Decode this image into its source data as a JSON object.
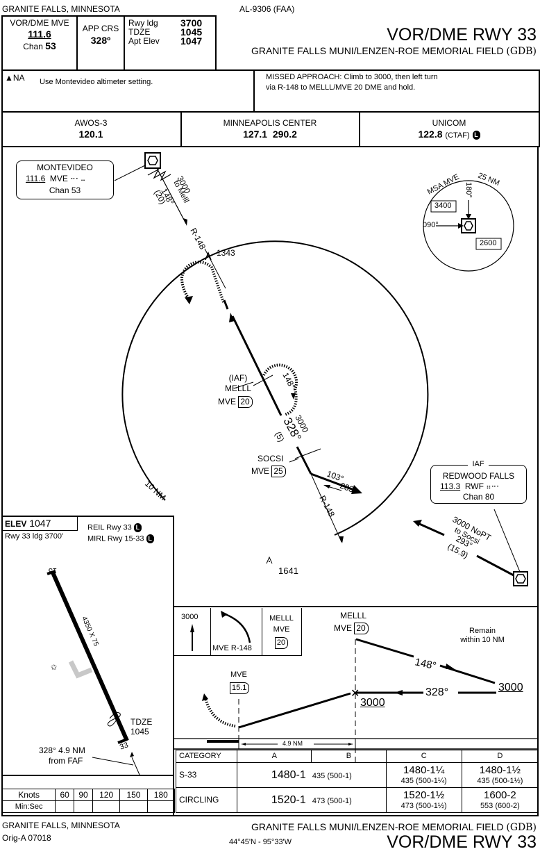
{
  "header": {
    "location": "GRANITE FALLS, MINNESOTA",
    "chart_id": "AL-9306 (FAA)",
    "procedure": "VOR/DME RWY 33",
    "airport": "GRANITE FALLS MUNI/LENZEN-ROE MEMORIAL FIELD",
    "airport_id": "(GDB)",
    "nav_label": "VOR/DME  MVE",
    "nav_freq": "111.6",
    "nav_chan_label": "Chan",
    "nav_chan": "53",
    "app_crs_label": "APP CRS",
    "app_crs": "328º",
    "rwy_ldg_label": "Rwy ldg",
    "rwy_ldg": "3700",
    "tdze_label": "TDZE",
    "tdze": "1045",
    "apt_elev_label": "Apt Elev",
    "apt_elev": "1047"
  },
  "notes": {
    "alt_na": "NA",
    "altimeter": "Use Montevideo altimeter setting.",
    "missed_line1": "MISSED APPROACH: Climb to 3000, then left turn",
    "missed_line2": "via R-148 to MELLL/MVE 20 DME and hold."
  },
  "comms": [
    {
      "name": "AWOS-3",
      "freq": "120.1"
    },
    {
      "name": "MINNEAPOLIS CENTER",
      "freq": "127.1  290.2"
    },
    {
      "name": "UNICOM",
      "freq": "122.8",
      "suffix": "(CTAF)",
      "badge": "L"
    }
  ],
  "plan": {
    "montevideo": {
      "name": "MONTEVIDEO",
      "freq": "111.6",
      "ident": "MVE",
      "chan": "Chan 53"
    },
    "feeder_alt": "3000",
    "feeder_to": "to Melll",
    "feeder_crs": "148°",
    "feeder_dist": "(20)",
    "radial_n": "R-148",
    "obstacle_1": "1343",
    "msa": {
      "title": "MSA MVE 25 NM",
      "brg_180": "180°",
      "brg_090": "090°",
      "alt_nw": "3400",
      "alt_se": "2600"
    },
    "melll": {
      "iaf": "(IAF)",
      "name": "MELLL",
      "mve": "MVE",
      "dme": "20"
    },
    "hold_crs": "148°",
    "final_alt": "3000",
    "final_crs": "328°",
    "final_dist": "(5)",
    "socsi": {
      "name": "SOCSI",
      "mve": "MVE",
      "dme": "25"
    },
    "crs_103": "103°",
    "crs_283": "283°",
    "radial_s": "R-148",
    "ring": "10 NM",
    "redwood": {
      "iaf": "IAF",
      "name": "REDWOOD FALLS",
      "freq": "113.3",
      "ident": "RWF",
      "chan": "Chan 80"
    },
    "feeder2_alt": "3000 NoPT",
    "feeder2_to": "to Socsi",
    "feeder2_crs": "293°",
    "feeder2_dist": "(15.9)",
    "obstacle_2": "1641"
  },
  "airport_diagram": {
    "elev_label": "ELEV",
    "elev": "1047",
    "rwy_ldg": "Rwy 33 ldg 3700'",
    "reil": "REIL Rwy 33",
    "mirl": "MIRL Rwy 15-33",
    "light_badge": "L",
    "rwy_15": "15",
    "rwy_33": "33",
    "rwy_dims": "4350 X 75",
    "tdze_label": "TDZE",
    "tdze": "1045",
    "faf_note1": "328° 4.9 NM",
    "faf_note2": "from FAF"
  },
  "profile": {
    "icon1_alt": "3000",
    "icon2_label": "MVE R-148",
    "icon3_l1": "MELLL",
    "icon3_l2": "MVE",
    "icon3_dme": "20",
    "melll_name": "MELLL",
    "melll_mve": "MVE",
    "melll_dme": "20",
    "remain": "Remain",
    "remain2": "within 10 NM",
    "crs_out": "148°",
    "crs_in": "328°",
    "alt_hold": "3000",
    "alt_faf": "3000",
    "map_mve": "MVE",
    "map_dme": "15.1",
    "dist": "4.9 NM"
  },
  "minimums": {
    "headers": [
      "CATEGORY",
      "A",
      "B",
      "C",
      "D"
    ],
    "rows": [
      {
        "cat": "S-33",
        "ab_main": "1480-1",
        "ab_sub": "435 (500-1)",
        "c_main": "1480-1¼",
        "c_sub": "435 (500-1¼)",
        "d_main": "1480-1½",
        "d_sub": "435 (500-1½)"
      },
      {
        "cat": "CIRCLING",
        "ab_main": "1520-1",
        "ab_sub": "473 (500-1)",
        "c_main": "1520-1½",
        "c_sub": "473 (500-1½)",
        "d_main": "1600-2",
        "d_sub": "553 (600-2)"
      }
    ]
  },
  "time_table": {
    "knots_label": "Knots",
    "knots": [
      "60",
      "90",
      "120",
      "150",
      "180"
    ],
    "minsec_label": "Min:Sec"
  },
  "footer": {
    "location": "GRANITE FALLS, MINNESOTA",
    "amend": "Orig-A  07018",
    "airport": "GRANITE FALLS MUNI/LENZEN-ROE MEMORIAL FIELD",
    "airport_id": "(GDB)",
    "coords": "44°45'N - 95°33'W",
    "procedure": "VOR/DME RWY 33"
  }
}
